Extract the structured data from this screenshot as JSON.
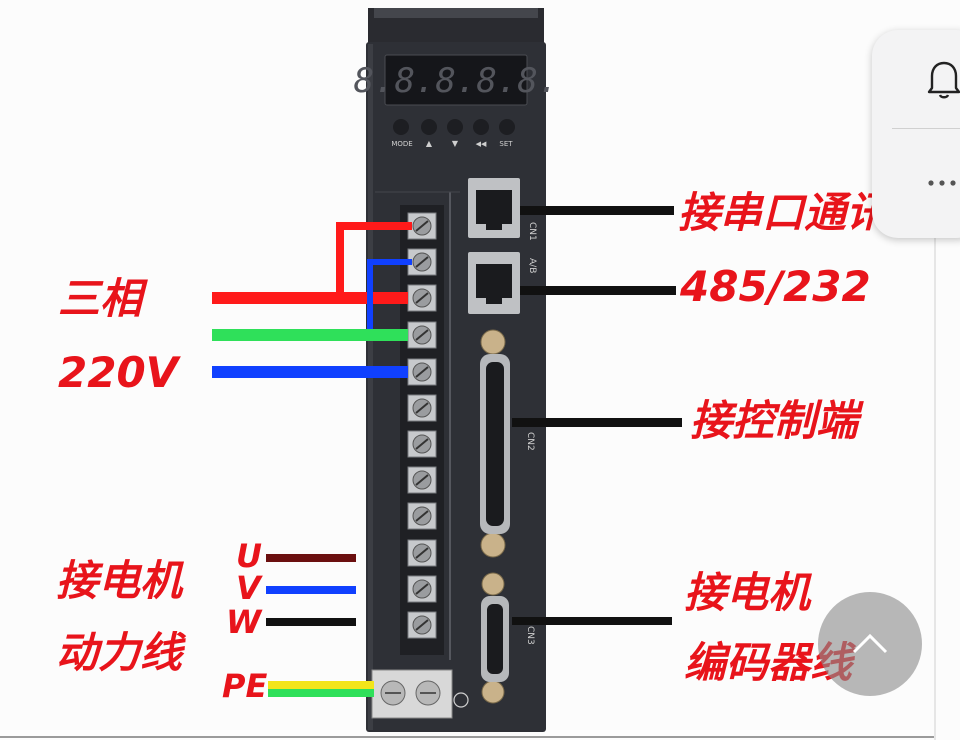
{
  "labels": {
    "three_phase": "三相",
    "voltage": "220V",
    "motor_power_1": "接电机",
    "motor_power_2": "动力线",
    "u": "U",
    "v": "V",
    "w": "W",
    "pe": "PE",
    "serial_comm": "接串口通讯",
    "rs485_232": "485/232",
    "control": "接控制端",
    "encoder_1": "接电机",
    "encoder_2": "编码器线"
  },
  "drive": {
    "display": "8.8.8.8.8.",
    "buttons": [
      "MODE",
      "▲",
      "▼",
      "◀◀",
      "SET"
    ],
    "cn1": "CN1",
    "cn1_ab": "A/B",
    "cn2": "CN2",
    "cn3": "CN3"
  },
  "colors": {
    "label_red": "#e8141b",
    "wire_red": "#ff1a1a",
    "wire_green": "#2fe05a",
    "wire_blue": "#1040ff",
    "wire_brown": "#6b0f0f",
    "wire_black": "#111111",
    "wire_yellow": "#f2e51a",
    "housing": "#2e3036"
  },
  "icons": {
    "notification": "bell-icon",
    "more": "more-dots-icon",
    "scroll_top": "chevron-up-icon"
  }
}
